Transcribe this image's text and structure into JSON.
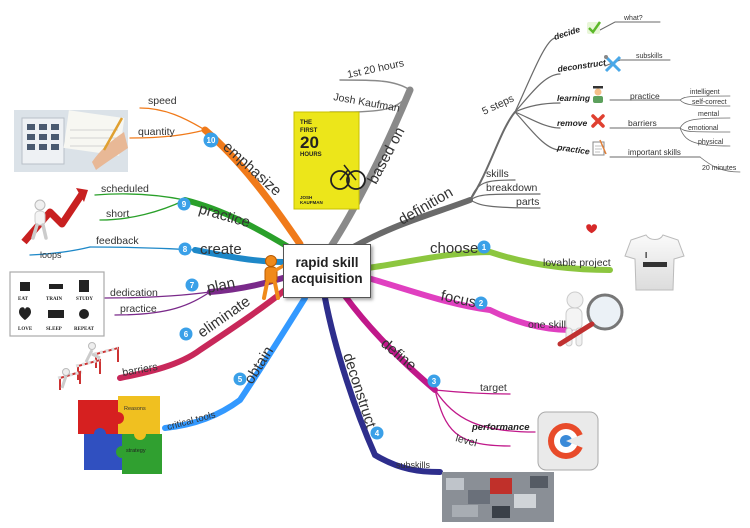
{
  "center": {
    "line1": "rapid skill",
    "line2": "acquisition"
  },
  "book": {
    "line1": "THE",
    "line2": "FIRST",
    "line3": "20",
    "line4": "HOURS",
    "author1": "JOSH",
    "author2": "KAUFMAN"
  },
  "habits": [
    "EAT",
    "TRAIN",
    "STUDY",
    "LOVE",
    "SLEEP",
    "REPEAT"
  ],
  "puzzle": {
    "p1": "Reasons",
    "p2": "strategy"
  },
  "branches": {
    "based_on": {
      "label": "based on",
      "children": [
        "1st 20 hours",
        "Josh Kaufman"
      ]
    },
    "definition": {
      "label": "definition",
      "steps_label": "5 steps",
      "steps": {
        "decide": {
          "label": "decide",
          "child": "what?"
        },
        "deconstruct": {
          "label": "deconstruct",
          "child": "subskills"
        },
        "learning": {
          "label": "learning",
          "child": "practice",
          "subchildren": [
            "intelligent",
            "self-correct"
          ]
        },
        "remove": {
          "label": "remove",
          "child": "barriers",
          "subchildren": [
            "mental",
            "emotional",
            "physical"
          ]
        },
        "practice": {
          "label": "practice",
          "child": "important skills",
          "subchild": "20 minutes"
        }
      },
      "others": [
        "skills",
        "breakdown",
        "parts"
      ]
    },
    "choose": {
      "label": "choose",
      "num": "1",
      "child": "lovable project"
    },
    "focus": {
      "label": "focus",
      "num": "2",
      "child": "one skill"
    },
    "define": {
      "label": "define",
      "num": "3",
      "children": [
        "target",
        "performance",
        "level"
      ]
    },
    "deconstruct": {
      "label": "deconstruct",
      "num": "4",
      "child": "subskills"
    },
    "obtain": {
      "label": "obtain",
      "num": "5",
      "child": "critical tools"
    },
    "eliminate": {
      "label": "eliminate",
      "num": "6",
      "child": "barriers"
    },
    "plan": {
      "label": "plan",
      "num": "7",
      "children": [
        "dedication",
        "practice"
      ]
    },
    "create": {
      "label": "create",
      "num": "8",
      "children": [
        "feedback",
        "loops"
      ]
    },
    "practice": {
      "label": "practice",
      "num": "9",
      "children": [
        "scheduled",
        "short"
      ]
    },
    "emphasize": {
      "label": "emphasize",
      "num": "10",
      "children": [
        "speed",
        "quantity"
      ]
    }
  },
  "colors": {
    "based_on": "#8a8a8a",
    "definition": "#6a6a6a",
    "choose": "#8cc63f",
    "focus": "#e040c0",
    "define": "#c0188a",
    "deconstruct": "#2e2e8c",
    "obtain": "#3399ff",
    "eliminate": "#c8285a",
    "plan": "#7a2a8a",
    "create": "#1e88c8",
    "practice": "#2aa02a",
    "emphasize": "#f07a1a",
    "badge": "#3aa0e8"
  }
}
